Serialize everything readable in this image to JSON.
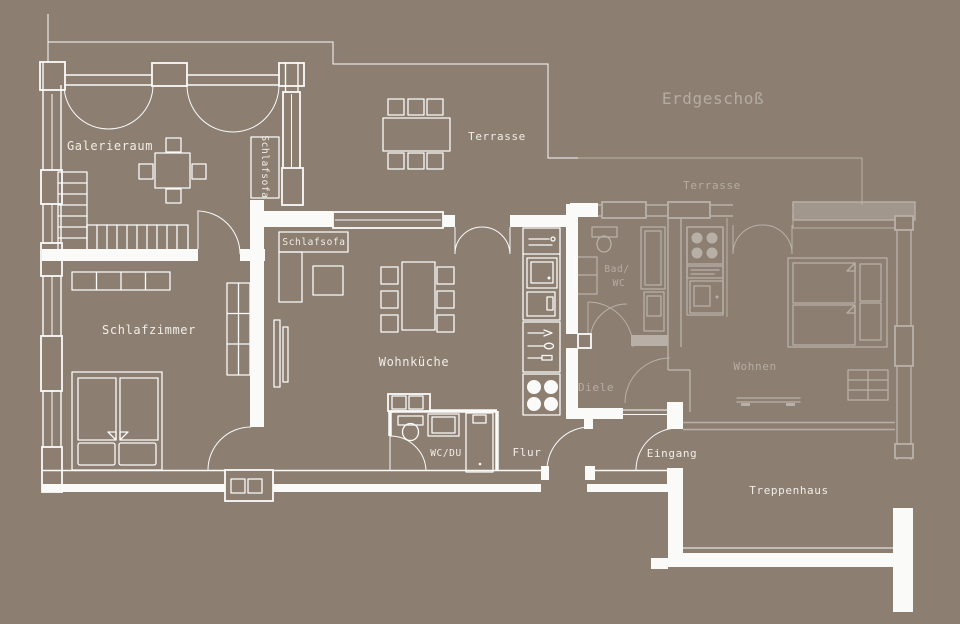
{
  "floor_plan": {
    "title": "Erdgeschoß",
    "rooms": {
      "galerieraum": "Galerieraum",
      "terrasse_main": "Terrasse",
      "schlafzimmer": "Schlafzimmer",
      "wohnkueche": "Wohnküche",
      "wc_du": "WC/DU",
      "flur": "Flur",
      "eingang": "Eingang",
      "treppenhaus": "Treppenhaus",
      "terrasse_neighbor": "Terrasse",
      "bad_wc_line1": "Bad/",
      "bad_wc_line2": "WC",
      "diele": "Diele",
      "wohnen": "Wohnen"
    },
    "furniture_labels": {
      "schlafsofa_galerieraum": "Schlafsofa",
      "schlafsofa_wohnkueche": "Schlafsofa"
    },
    "colors": {
      "background": "#8C7F72",
      "line": "#FFFFFF",
      "label": "#F6F2EB"
    }
  }
}
